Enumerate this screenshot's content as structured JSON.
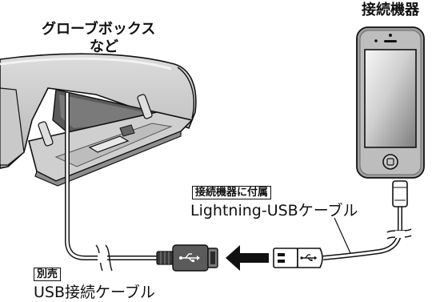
{
  "labels": {
    "glovebox_line1": "グローブボックス",
    "glovebox_line2": "など",
    "device_title": "接続機器",
    "accessory_tag": "接続機器に付属",
    "lightning_cable": "Lightning-USBケーブル",
    "separate_tag": "別売",
    "usb_cable": "USB接続ケーブル"
  },
  "icons": {
    "usb_symbol": "usb-icon",
    "arrow": "left-arrow-icon",
    "device": "smartphone-icon"
  },
  "colors": {
    "outline": "#111111",
    "light_gray": "#d9d9d9",
    "mid_gray": "#9a9a9a",
    "dark_gray": "#4a4a4a",
    "screen_highlight": "#f4f4f4"
  }
}
